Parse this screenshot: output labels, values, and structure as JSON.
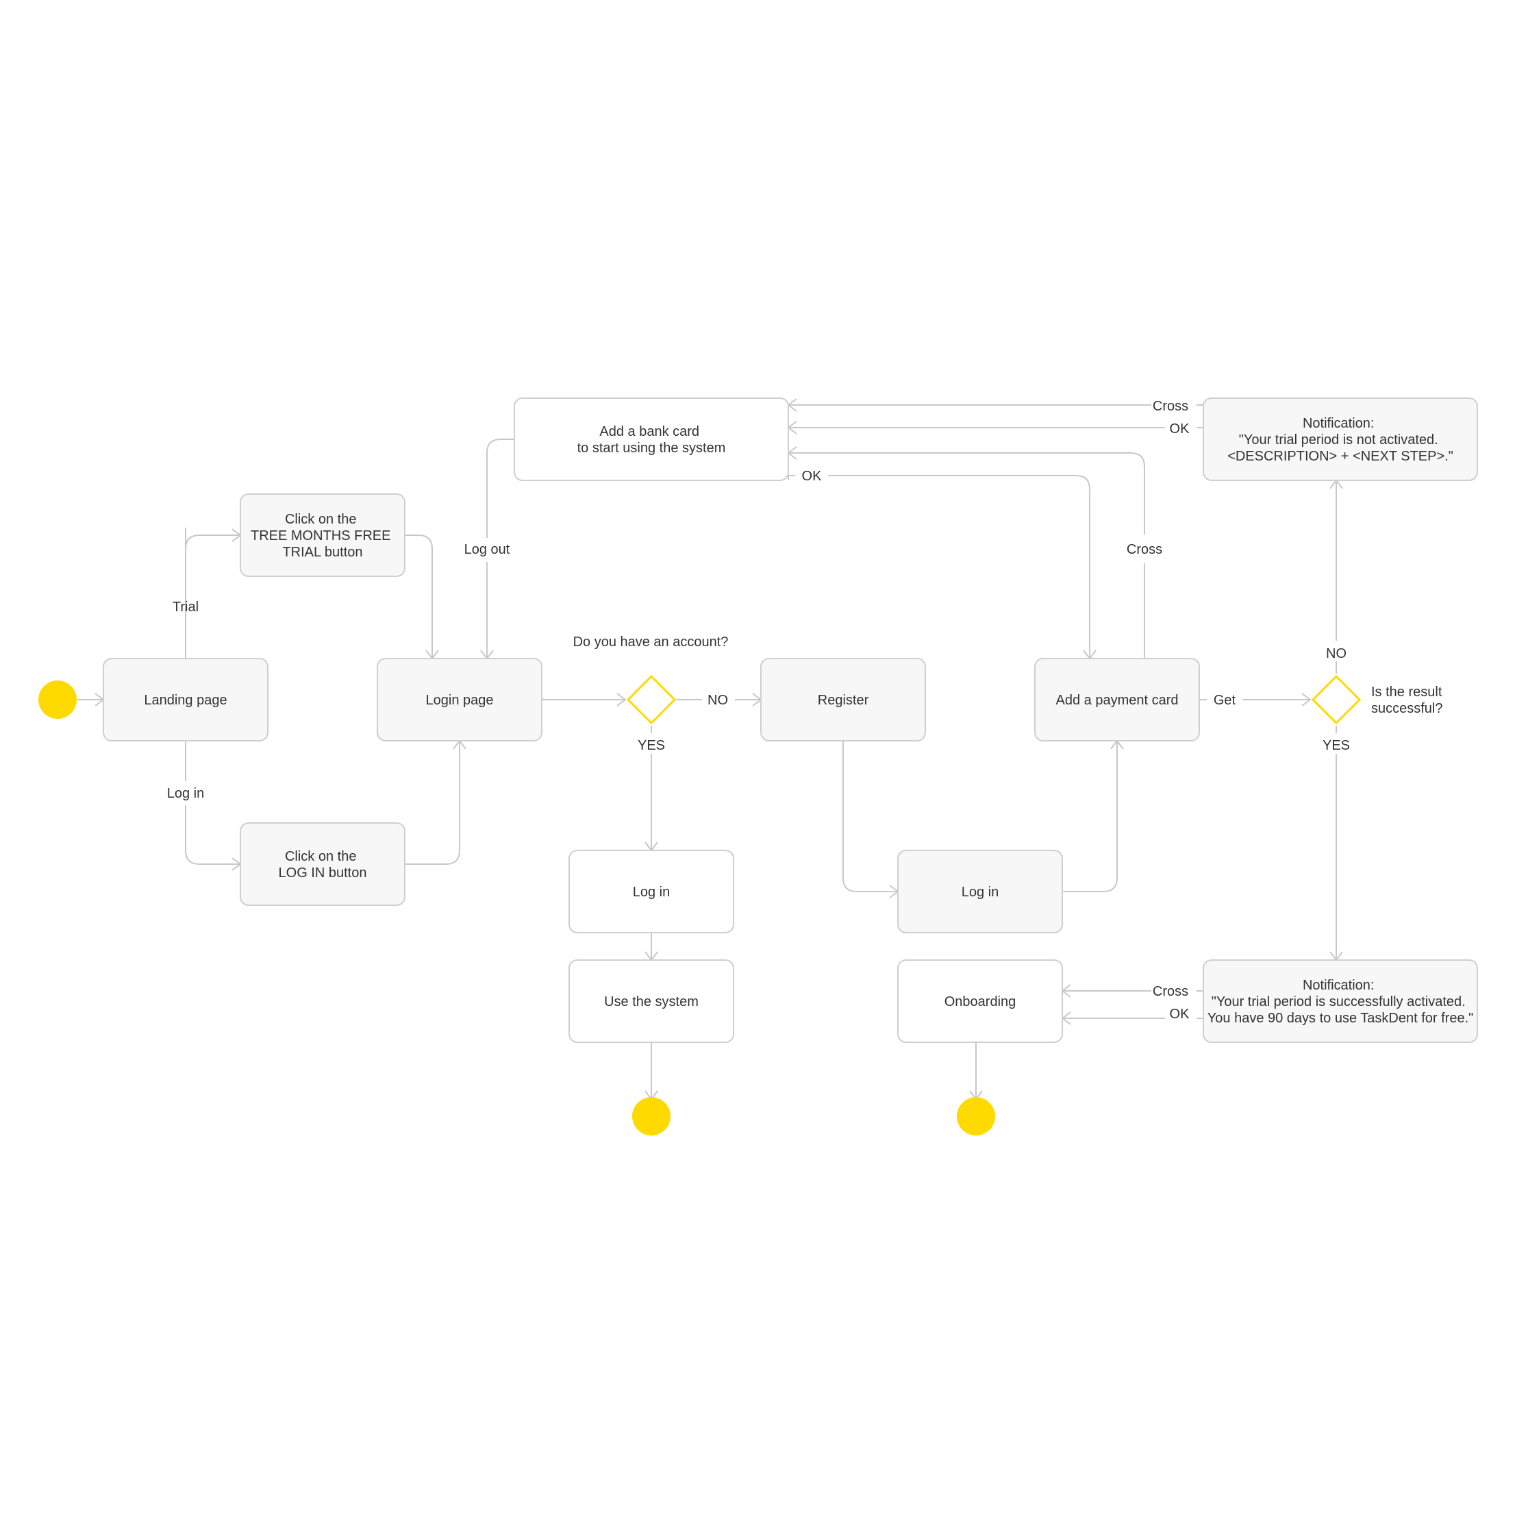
{
  "colors": {
    "accent": "#FFDA00",
    "node_fill": "#F7F7F7",
    "node_stroke": "#CFCFCF",
    "connector": "#C8C8C8",
    "text": "#333333"
  },
  "nodes": {
    "landing_page": "Landing page",
    "trial_button": [
      "Click on the",
      "TREE MONTHS FREE",
      "TRIAL button"
    ],
    "login_button": [
      "Click on the",
      "LOG IN button"
    ],
    "login_page": "Login page",
    "bank_card": [
      "Add a bank card",
      "to start using the system"
    ],
    "login_existing": "Log in",
    "use_system": "Use the system",
    "register": "Register",
    "login_new": "Log in",
    "payment_card": "Add a payment card",
    "onboarding": "Onboarding",
    "notification_fail": [
      "Notification:",
      "\"Your trial period is not activated.",
      "<DESCRIPTION> + <NEXT STEP>.\""
    ],
    "notification_success": [
      "Notification:",
      "\"Your trial period is successfully activated.",
      "You have 90 days to use TaskDent for free.\""
    ]
  },
  "decisions": {
    "account_question": "Do you have an account?",
    "result_question": [
      "Is the result",
      "successful?"
    ]
  },
  "edge_labels": {
    "trial": "Trial",
    "log_in": "Log in",
    "log_out": "Log out",
    "no_account": "NO",
    "yes_account": "YES",
    "ok_bank": "OK",
    "cross_top": "Cross",
    "ok_top": "OK",
    "cross_payment": "Cross",
    "get": "Get",
    "no_result": "NO",
    "yes_result": "YES",
    "cross_bottom": "Cross",
    "ok_bottom": "OK"
  }
}
